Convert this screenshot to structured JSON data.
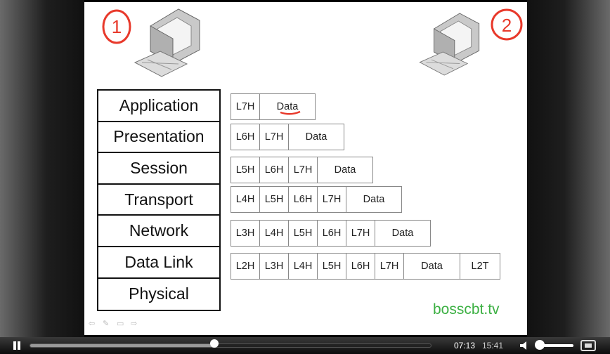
{
  "slide": {
    "osi_layers": [
      "Application",
      "Presentation",
      "Session",
      "Transport",
      "Network",
      "Data Link",
      "Physical"
    ],
    "pdu_rows": [
      [
        "L7H",
        "Data"
      ],
      [
        "L6H",
        "L7H",
        "Data"
      ],
      [
        "L5H",
        "L6H",
        "L7H",
        "Data"
      ],
      [
        "L4H",
        "L5H",
        "L6H",
        "L7H",
        "Data"
      ],
      [
        "L3H",
        "L4H",
        "L5H",
        "L6H",
        "L7H",
        "Data"
      ],
      [
        "L2H",
        "L3H",
        "L4H",
        "L5H",
        "L6H",
        "L7H",
        "Data",
        "L2T"
      ]
    ],
    "brand": "bosscbt.tv",
    "annotations": {
      "left_number": "1",
      "right_number": "2"
    },
    "colors": {
      "ink": "#e8392b",
      "brand": "#3cb043"
    },
    "icons": [
      "computer-icon",
      "computer-icon",
      "pause-icon",
      "volume-icon",
      "fullscreen-icon"
    ]
  },
  "player": {
    "current_time": "07:13",
    "total_time": "15:41",
    "progress_fraction": 0.46,
    "volume_fraction": 0.04
  }
}
